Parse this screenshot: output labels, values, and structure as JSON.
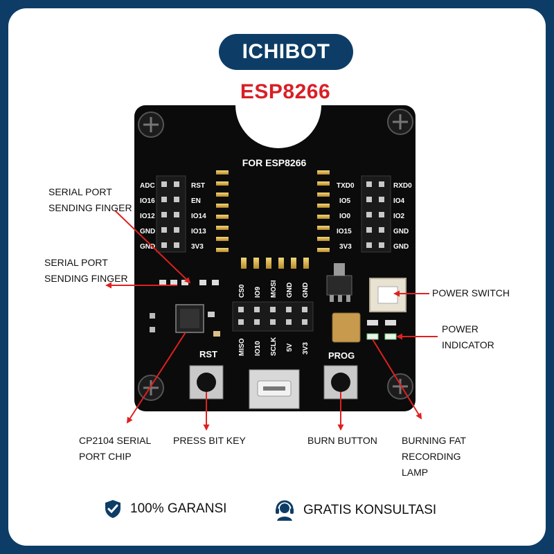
{
  "header": {
    "brand": "ICHIBOT",
    "subtitle": "ESP8266"
  },
  "board": {
    "title": "FOR ESP8266",
    "left_header_labels": [
      "ADC",
      "IO16",
      "IO12",
      "GND",
      "GND"
    ],
    "left_inner_labels": [
      "RST",
      "EN",
      "IO14",
      "IO13",
      "3V3"
    ],
    "right_header_labels": [
      "TXD0",
      "IO5",
      "IO0",
      "IO15",
      "3V3"
    ],
    "right_outer_labels": [
      "RXD0",
      "IO4",
      "IO2",
      "GND",
      "GND"
    ],
    "spi_top_labels": [
      "CS0",
      "IO9",
      "MOSI",
      "GND",
      "GND"
    ],
    "spi_bottom_labels": [
      "MISO",
      "IO10",
      "SCLK",
      "5V",
      "3V3"
    ],
    "rst_label": "RST",
    "prog_label": "PROG"
  },
  "callouts": {
    "serial_port_1": [
      "SERIAL PORT",
      "SENDING FINGER"
    ],
    "serial_port_2": [
      "SERIAL PORT",
      "SENDING FINGER"
    ],
    "power_switch": [
      "POWER SWITCH"
    ],
    "power_indicator": [
      "POWER",
      "INDICATOR"
    ],
    "cp2104": [
      "CP2104 SERIAL",
      "PORT CHIP"
    ],
    "press_bit_key": [
      "PRESS BIT KEY"
    ],
    "burn_button": [
      "BURN BUTTON"
    ],
    "burning_lamp": [
      "BURNING FAT",
      "RECORDING",
      "LAMP"
    ]
  },
  "footer": {
    "guarantee": "100% GARANSI",
    "consult": "GRATIS KONSULTASI"
  },
  "colors": {
    "navy": "#0d3d66",
    "brand_red": "#d81f26",
    "arrow_red": "#e02020",
    "board": "#0b0b0b"
  }
}
